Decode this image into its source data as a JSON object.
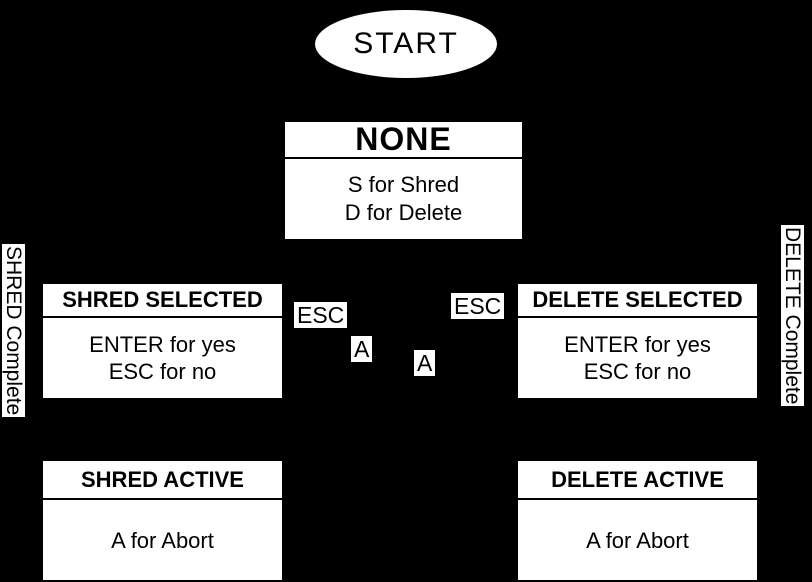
{
  "diagram": {
    "background_color": "#000000",
    "node_fill_color": "#ffffff",
    "text_color": "#000000",
    "start_node": {
      "label": "START"
    },
    "states": [
      {
        "id": "none",
        "title": "NONE",
        "lines": [
          "S for Shred",
          "D for Delete"
        ]
      },
      {
        "id": "shred-selected",
        "title": "SHRED SELECTED",
        "lines": [
          "ENTER for yes",
          "ESC for no"
        ]
      },
      {
        "id": "delete-selected",
        "title": "DELETE SELECTED",
        "lines": [
          "ENTER for yes",
          "ESC for no"
        ]
      },
      {
        "id": "shred-active",
        "title": "SHRED ACTIVE",
        "lines": [
          "A for Abort"
        ]
      },
      {
        "id": "delete-active",
        "title": "DELETE ACTIVE",
        "lines": [
          "A for Abort"
        ]
      }
    ],
    "edge_labels": [
      {
        "id": "esc-left",
        "text": "ESC"
      },
      {
        "id": "esc-right",
        "text": "ESC"
      },
      {
        "id": "a-left",
        "text": "A"
      },
      {
        "id": "a-right",
        "text": "A"
      }
    ],
    "side_labels": [
      {
        "id": "shred-complete",
        "text": "SHRED Complete"
      },
      {
        "id": "delete-complete",
        "text": "DELETE Complete"
      }
    ]
  }
}
